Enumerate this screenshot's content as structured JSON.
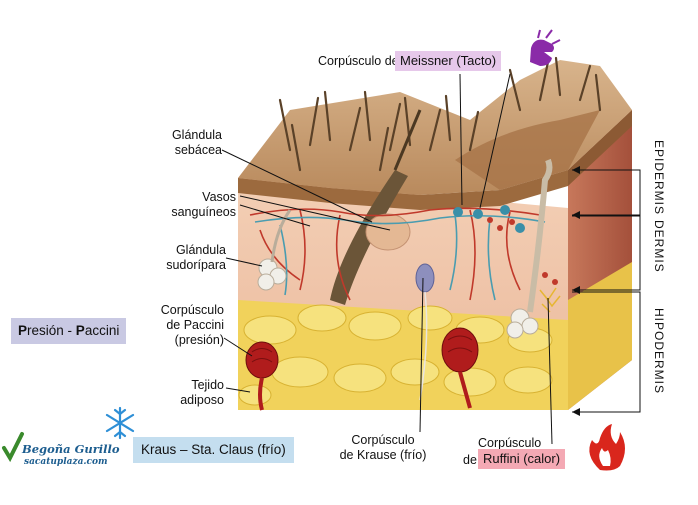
{
  "labels": {
    "meissner_prefix": "Corpúsculo de ",
    "meissner_highlight": "Meissner (Tacto)",
    "sebacea_line1": "Glándula",
    "sebacea_line2": "sebácea",
    "vasos_line1": "Vasos",
    "vasos_line2": "sanguíneos",
    "sudoripara_line1": "Glándula",
    "sudoripara_line2": "sudorípara",
    "paccini_line1": "Corpúsculo",
    "paccini_line2": "de Paccini",
    "paccini_line3": "(presión)",
    "adiposo_line1": "Tejido",
    "adiposo_line2": "adiposo",
    "krause_line1": "Corpúsculo",
    "krause_line2": "de Krause (frío)",
    "ruffini_line1": "Corpúsculo",
    "ruffini_prefix": "de ",
    "ruffini_highlight": "Ruffini (calor)"
  },
  "layers": {
    "epidermis": "EPIDERMIS",
    "dermis": "DERMIS",
    "hipodermis": "HIPODERMIS"
  },
  "callouts": {
    "presion_bold1": "P",
    "presion_mid": "resión - ",
    "presion_bold2": "P",
    "presion_end": "accini",
    "kraus": "Kraus – Sta. Claus (frío)"
  },
  "branding": {
    "name": "Begoña Gurillo",
    "site": "sacatuplaza.com"
  },
  "icons": [
    "hand-touch-icon",
    "snowflake-icon",
    "flame-icon",
    "checkmark-logo-icon"
  ],
  "colors": {
    "meissner_box": "#e6c8ea",
    "presion_box": "#c9c9e3",
    "kraus_box": "#c4deef",
    "ruffini_box": "#f4a9b4",
    "flame": "#d9261c",
    "snowflake": "#2e8fd6",
    "hand": "#8a2aa8"
  }
}
